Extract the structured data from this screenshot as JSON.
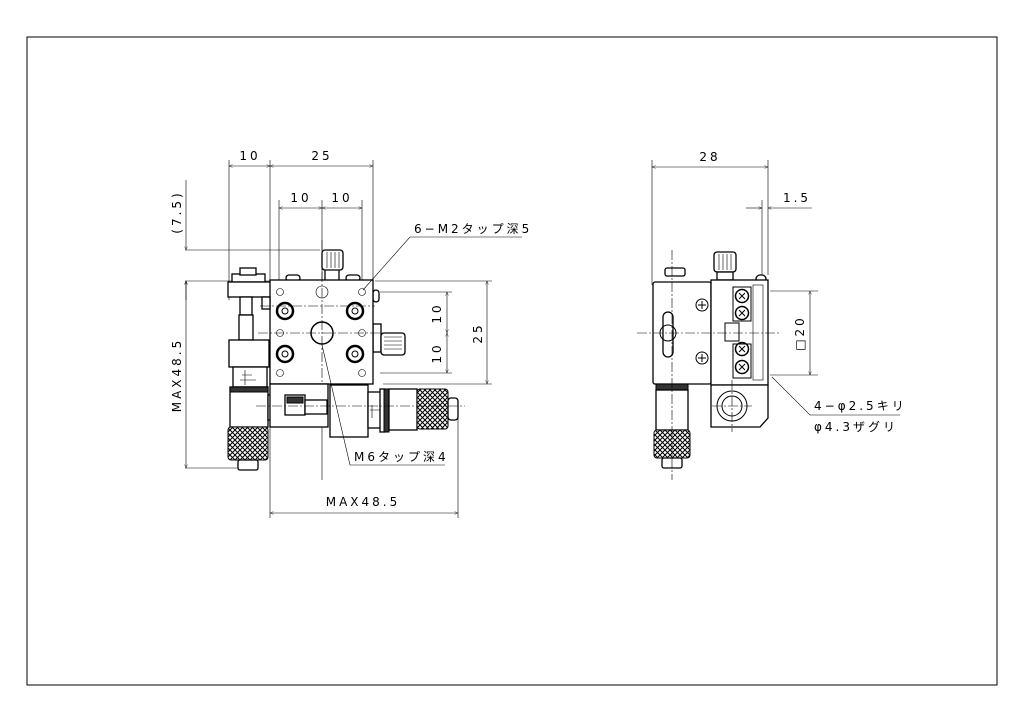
{
  "drawing": {
    "left_view": {
      "dims": {
        "top_left": "10",
        "top_width": "25",
        "hole_pitch_a": "10",
        "hole_pitch_b": "10",
        "knob_offset": "(7.5)",
        "height_max": "MAX48.5",
        "right_pitch_a": "10",
        "right_pitch_b": "10",
        "right_height": "25",
        "width_max": "MAX48.5"
      },
      "notes": {
        "m2_taps": "6−M2タップ深5",
        "m6_tap": "M6タップ深4"
      }
    },
    "right_view": {
      "dims": {
        "depth": "28",
        "offset": "1.5",
        "square": "□20"
      },
      "notes": {
        "holes_line1": "4−φ2.5キリ",
        "holes_line2": "φ4.3ザグリ"
      }
    }
  }
}
